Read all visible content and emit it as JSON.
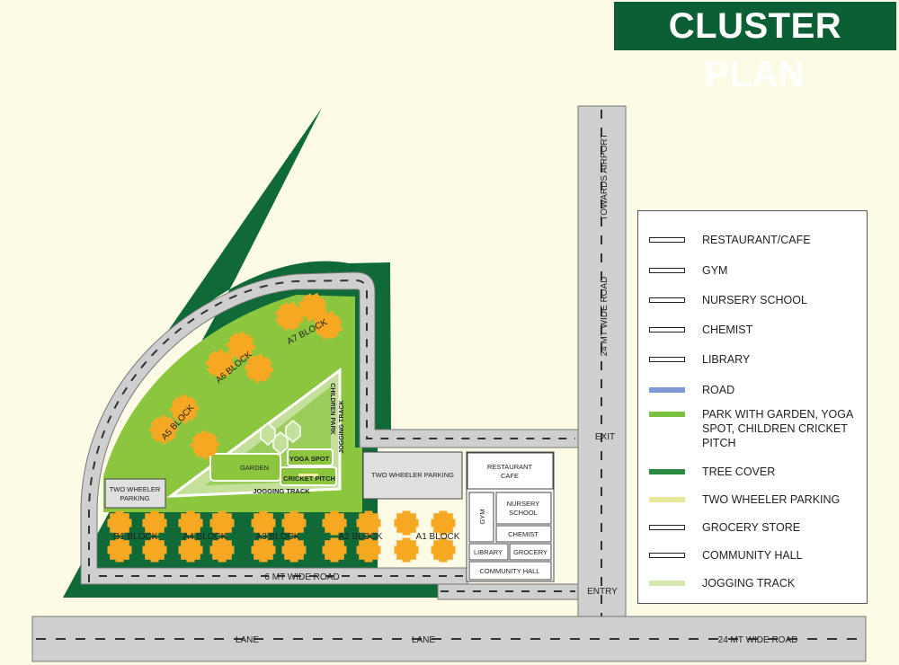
{
  "title": "CLUSTER PLAN",
  "roads": {
    "airport_road_top": "TOWARDS AIRPORT",
    "airport_road": "24 MT WIDE ROAD",
    "exit": "EXIT",
    "entry": "ENTRY",
    "inner_road": "6 MT WIDE ROAD",
    "lane_1": "LANE",
    "lane_2": "LANE",
    "main_road": "24 MT WIDE ROAD"
  },
  "blocks": [
    "A7 BLOCK",
    "A6 BLOCK",
    "A5 BLOCK",
    "B1 BLOCK",
    "A4 BLOCK",
    "A3 BLOCK",
    "A2 BLOCK",
    "A1 BLOCK"
  ],
  "park": {
    "children_park": "CHILDREN PARK",
    "jogging_track_side": "JOGGING TRACK",
    "yoga_spot": "YOGA SPOT",
    "garden": "GARDEN",
    "cricket_pitch": "CRICKET PITCH",
    "jogging_track_bottom": "JOGGING TRACK"
  },
  "parking": {
    "left_line1": "TWO WHEELER",
    "left_line2": "PARKING",
    "center": "TWO WHEELER PARKING"
  },
  "amenities": {
    "restaurant_line1": "RESTAURANT",
    "restaurant_line2": "CAFE",
    "gym": "GYM",
    "nursery_line1": "NURSERY",
    "nursery_line2": "SCHOOL",
    "chemist": "CHEMIST",
    "library": "LIBRARY",
    "grocery": "GROCERY",
    "community_hall": "COMMUNITY HALL"
  },
  "legend": [
    {
      "label": "RESTAURANT/CAFE",
      "style": "outline"
    },
    {
      "label": "GYM",
      "style": "outline"
    },
    {
      "label": "NURSERY SCHOOL",
      "style": "outline"
    },
    {
      "label": "CHEMIST",
      "style": "outline"
    },
    {
      "label": "LIBRARY",
      "style": "outline"
    },
    {
      "label": "ROAD",
      "style": "fill",
      "color": "#7b9ad6"
    },
    {
      "label": "PARK WITH GARDEN, YOGA SPOT, CHILDREN CRICKET PITCH",
      "style": "fill",
      "color": "#7cc242"
    },
    {
      "label": "TREE COVER",
      "style": "fill",
      "color": "#2c8a43"
    },
    {
      "label": "TWO WHEELER PARKING",
      "style": "fill",
      "color": "#e8e89a"
    },
    {
      "label": "GROCERY STORE",
      "style": "outline"
    },
    {
      "label": "COMMUNITY HALL",
      "style": "outline"
    },
    {
      "label": "JOGGING TRACK",
      "style": "fill",
      "color": "#d6e8b0"
    }
  ],
  "colors": {
    "background": "#fdfbe6",
    "title_bg": "#0c5f34",
    "tree_cover": "#0f6a37",
    "park": "#8cc63f",
    "park_light": "#c5e09a",
    "road": "#cfcfcf",
    "building": "#f7a823"
  }
}
